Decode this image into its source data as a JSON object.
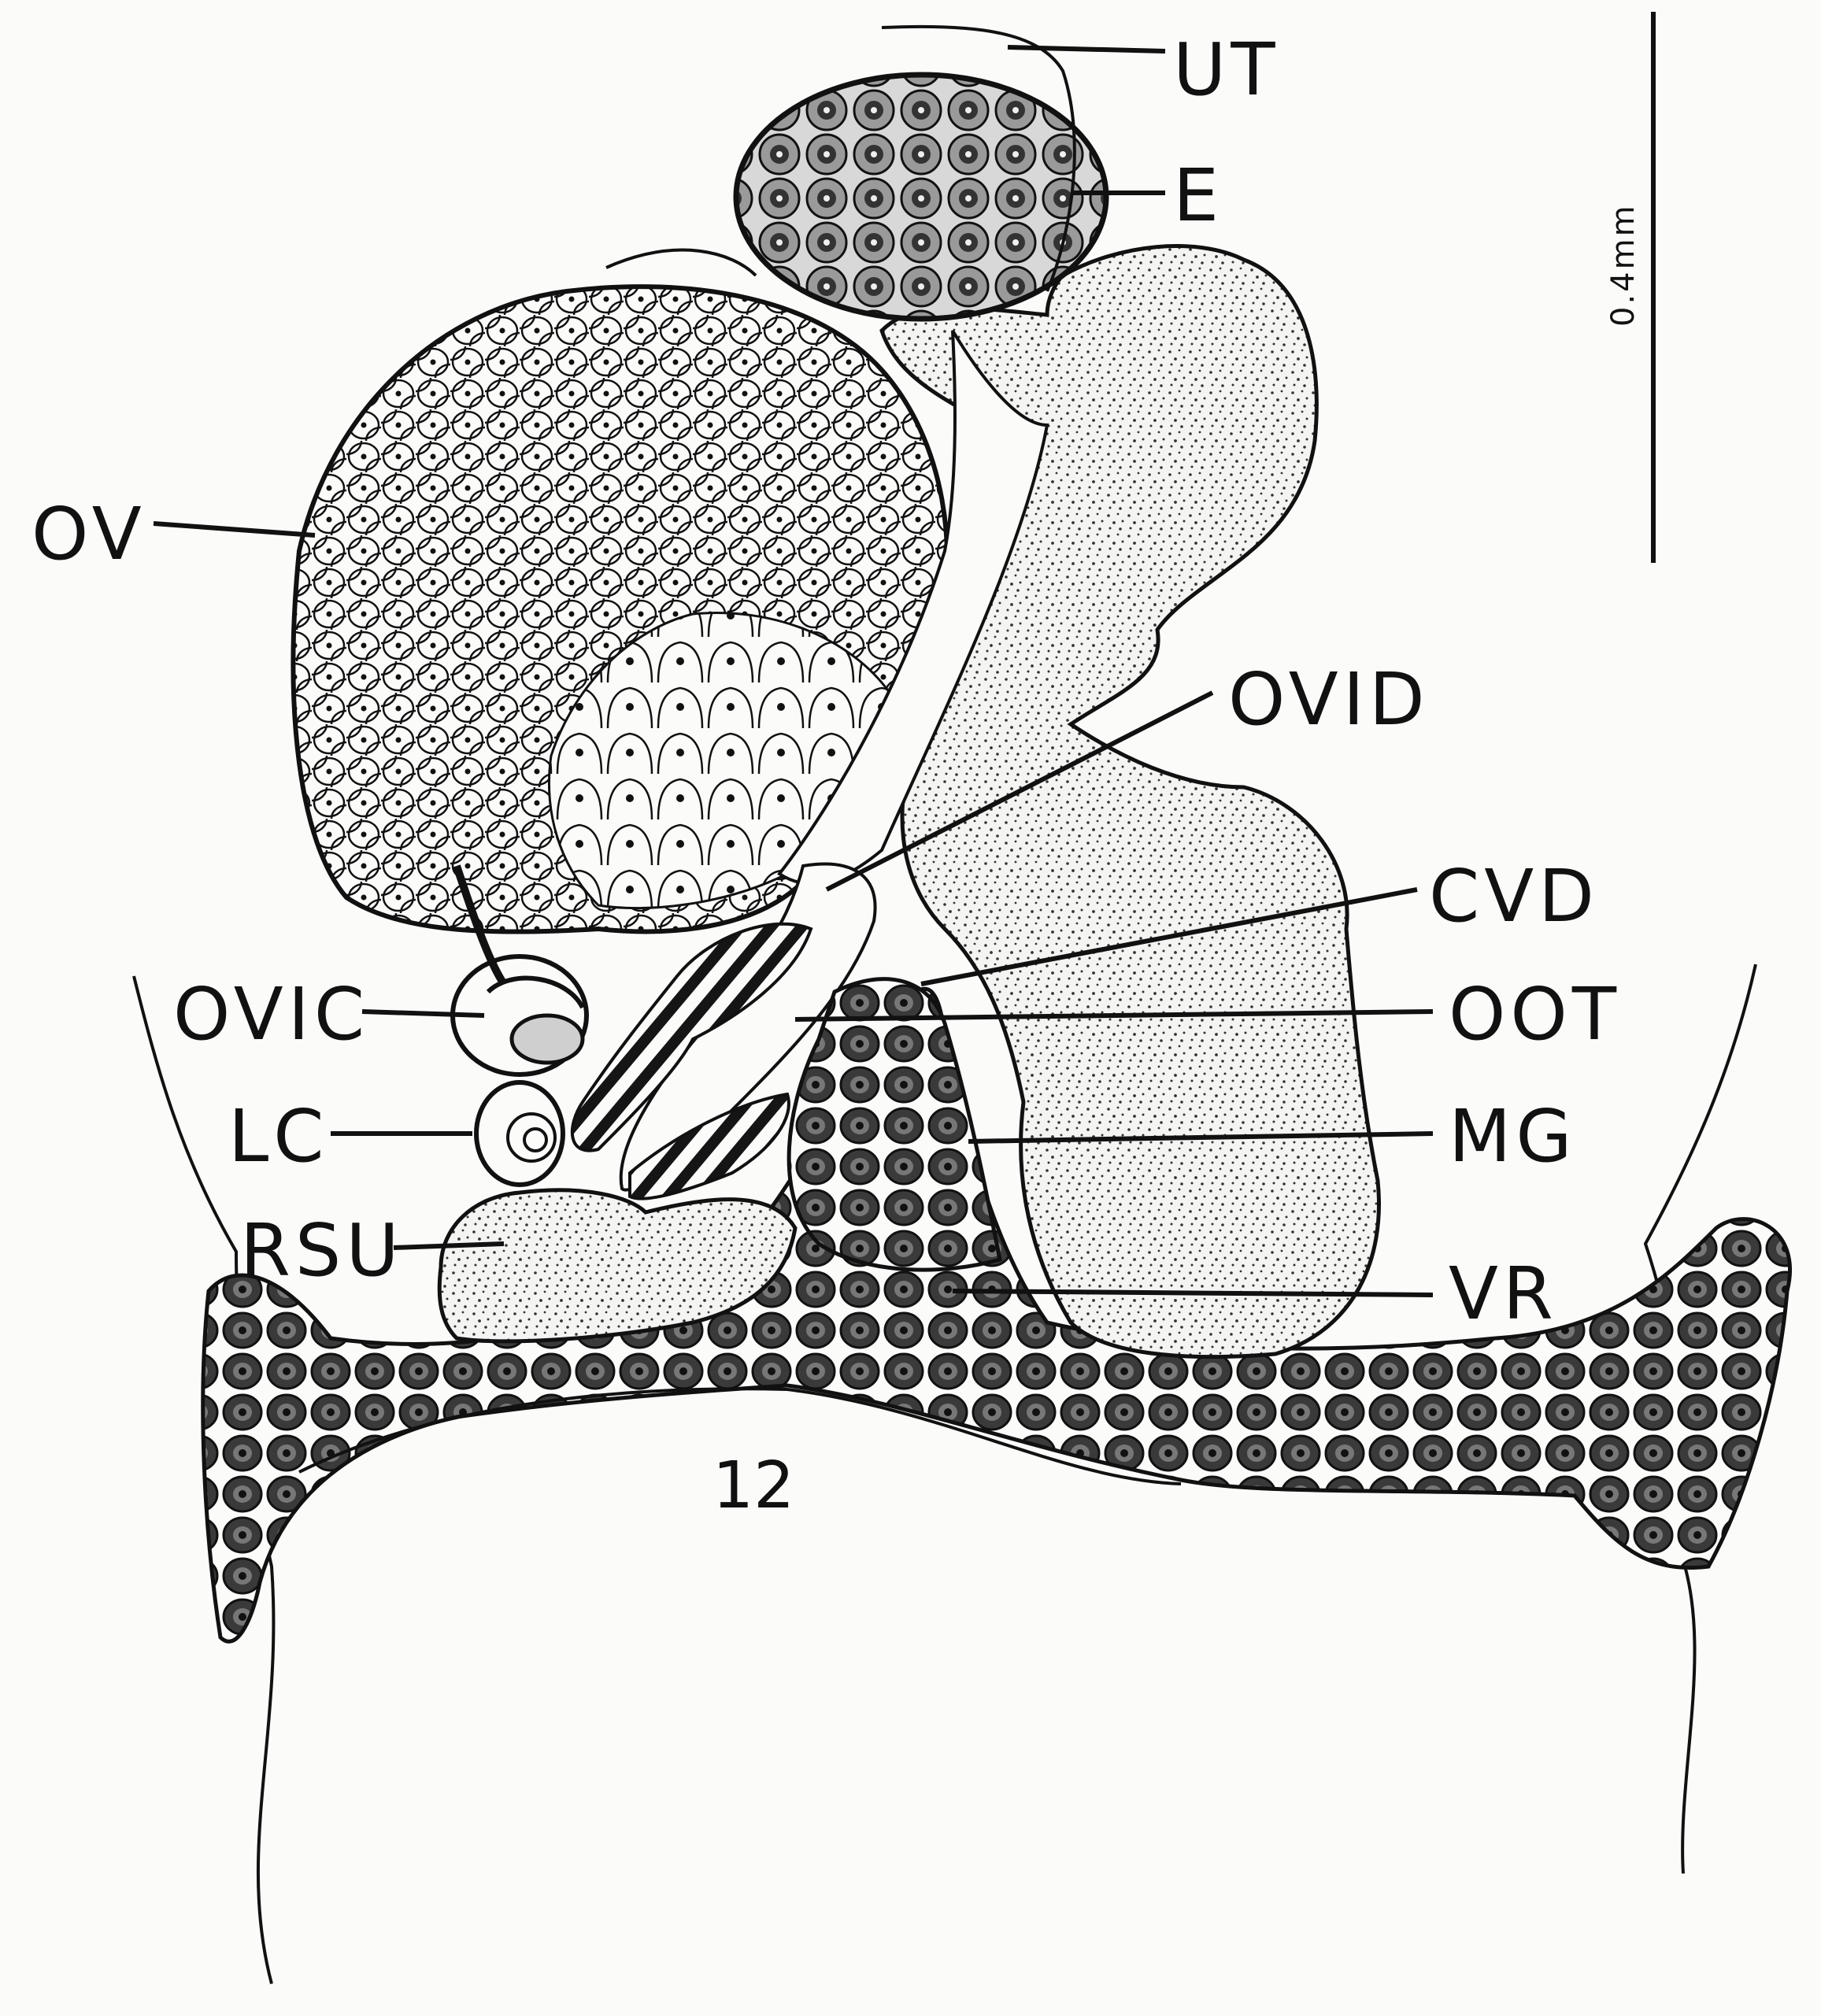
{
  "figure": {
    "number": "12",
    "scale_bar": "0.4mm",
    "labels": {
      "ut": "UT",
      "e": "E",
      "ov": "OV",
      "ovid": "OVID",
      "cvd": "CVD",
      "ovic": "OVIC",
      "oot": "OOT",
      "lc": "LC",
      "mg": "MG",
      "rsu": "RSU",
      "vr": "VR"
    }
  },
  "colors": {
    "ink": "#111111",
    "paper": "#fbfbfa",
    "cell_fill": "#5a5a5a"
  }
}
